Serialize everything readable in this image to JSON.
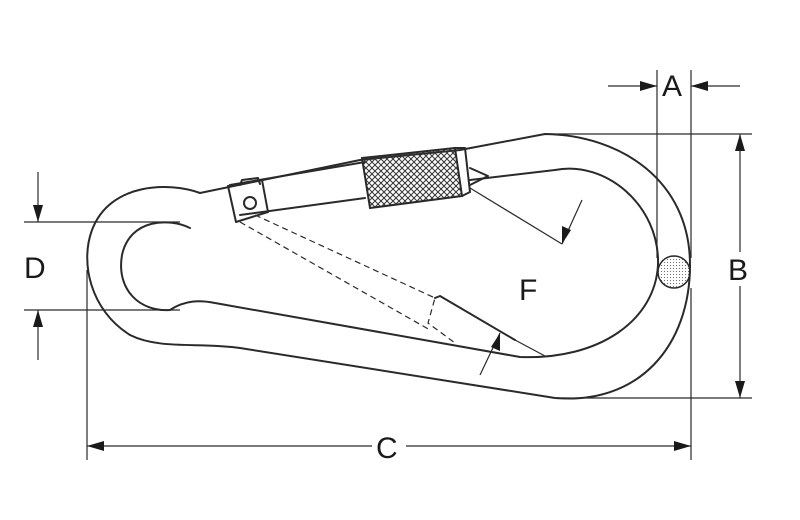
{
  "diagram": {
    "labels": {
      "a": "A",
      "b": "B",
      "c": "C",
      "d": "D",
      "f": "F"
    },
    "colors": {
      "line": "#2a2a2a",
      "background": "#ffffff",
      "hatch": "#333333"
    }
  }
}
